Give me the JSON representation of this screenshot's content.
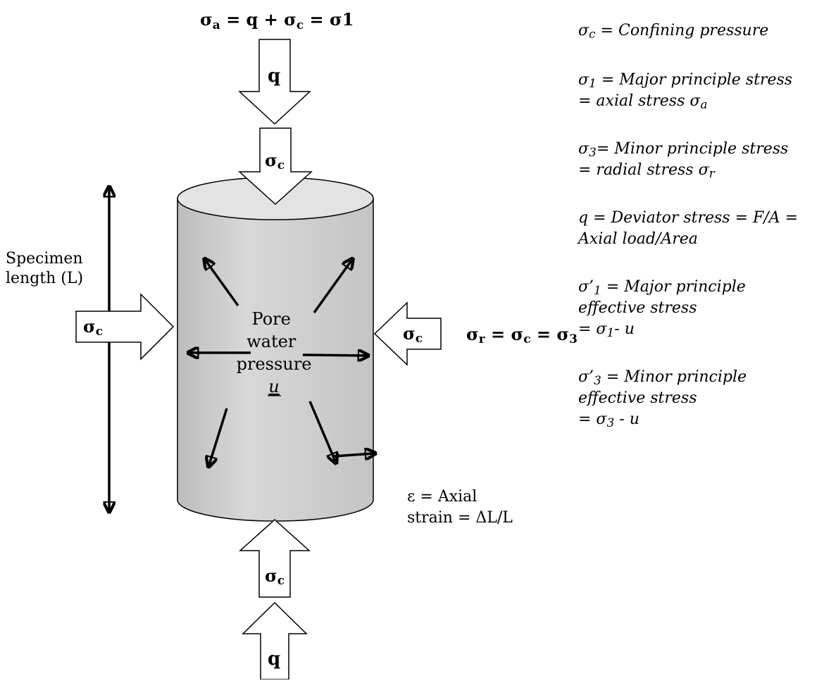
{
  "top_formula": {
    "s1": "σ",
    "s1_sub": "a",
    "mid1": " = q + σ",
    "mid1_sub": "c",
    "end": " = σ1"
  },
  "arrows": {
    "top_q": "q",
    "top_sc": "σ",
    "top_sc_sub": "c",
    "left_sc": "σ",
    "left_sc_sub": "c",
    "right_sc": "σ",
    "right_sc_sub": "c",
    "bottom_sc": "σ",
    "bottom_sc_sub": "c",
    "bottom_q": "q"
  },
  "specimen_length": [
    "Specimen",
    "length (L)"
  ],
  "pore_water": {
    "line1": "Pore",
    "line2": "water",
    "line3": "pressure",
    "symbol": "u"
  },
  "radial_formula": {
    "a": "σ",
    "a_sub": "r",
    "b": " = σ",
    "b_sub": "c",
    "c": " = σ",
    "c_sub": "3"
  },
  "strain": {
    "line1": "ε = Axial",
    "line2": "strain = ΔL/L"
  },
  "legend": {
    "sigma_c_sym": "σ",
    "sigma_c_sub": "c",
    "sigma_c_text": " = Confining pressure",
    "sigma1_sym": "σ",
    "sigma1_sub": "1",
    "sigma1_text": " = Major principle stress",
    "sigma1_line2": "= axial stress σ",
    "sigma1_line2_sub": "a",
    "sigma3_sym": "σ",
    "sigma3_sub": "3",
    "sigma3_text": "= Minor principle stress",
    "sigma3_line2": "= radial stress σ",
    "sigma3_line2_sub": "r",
    "q_line1": "q = Deviator stress = F/A =",
    "q_line2": "Axial load/Area",
    "eff1_line1": "σ’",
    "eff1_line1_sub": "1",
    "eff1_line1_text": " = Major principle",
    "eff1_line2": "effective stress",
    "eff1_line3": "= σ",
    "eff1_line3_sub": "1",
    "eff1_line3_text": "- u",
    "eff3_line1": "σ’",
    "eff3_line1_sub": "3",
    "eff3_line1_text": " = Minor principle",
    "eff3_line2": "effective stress",
    "eff3_line3": "= σ",
    "eff3_line3_sub": "3",
    "eff3_line3_text": " - u"
  }
}
